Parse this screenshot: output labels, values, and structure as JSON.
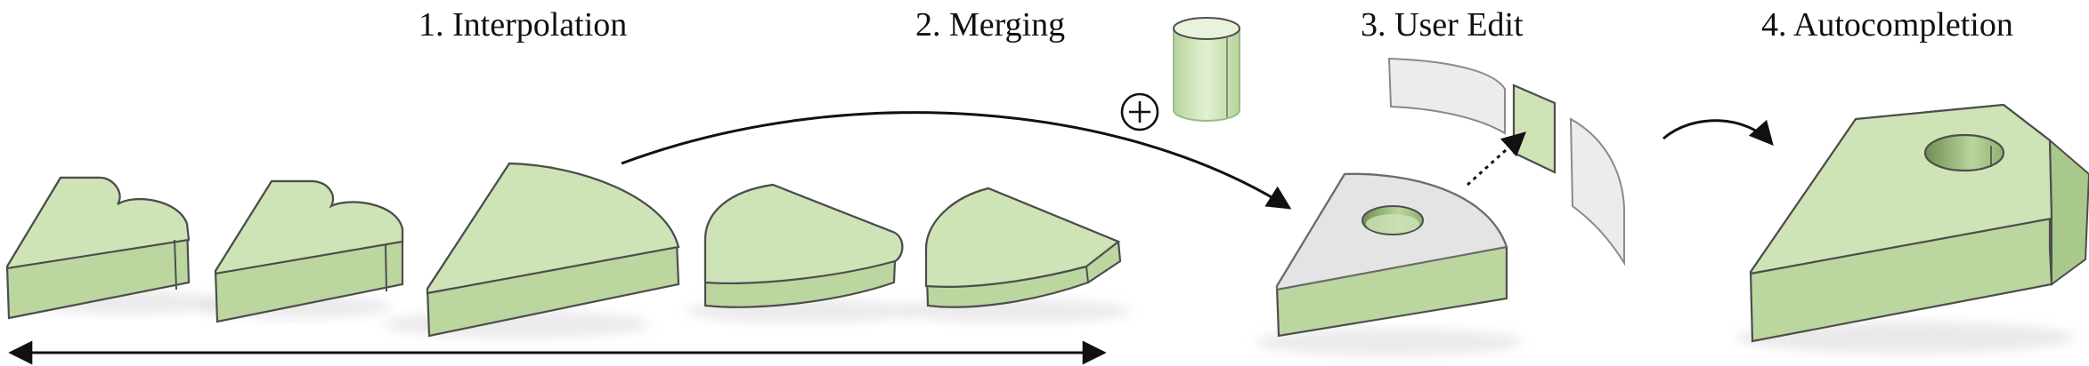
{
  "steps": {
    "interpolation": "1. Interpolation",
    "merging": "2. Merging",
    "user_edit": "3. User Edit",
    "autocompletion": "4. Autocompletion"
  },
  "colors": {
    "shape_fill": "#cfe4b6",
    "shape_side": "#bcd6a0",
    "shape_stroke": "#4d4d4d",
    "edit_fill": "#e4e4e4",
    "arrow": "#111111"
  },
  "icons": {
    "merge_operator": "circled-plus-icon",
    "cylinder": "cylinder-icon"
  }
}
